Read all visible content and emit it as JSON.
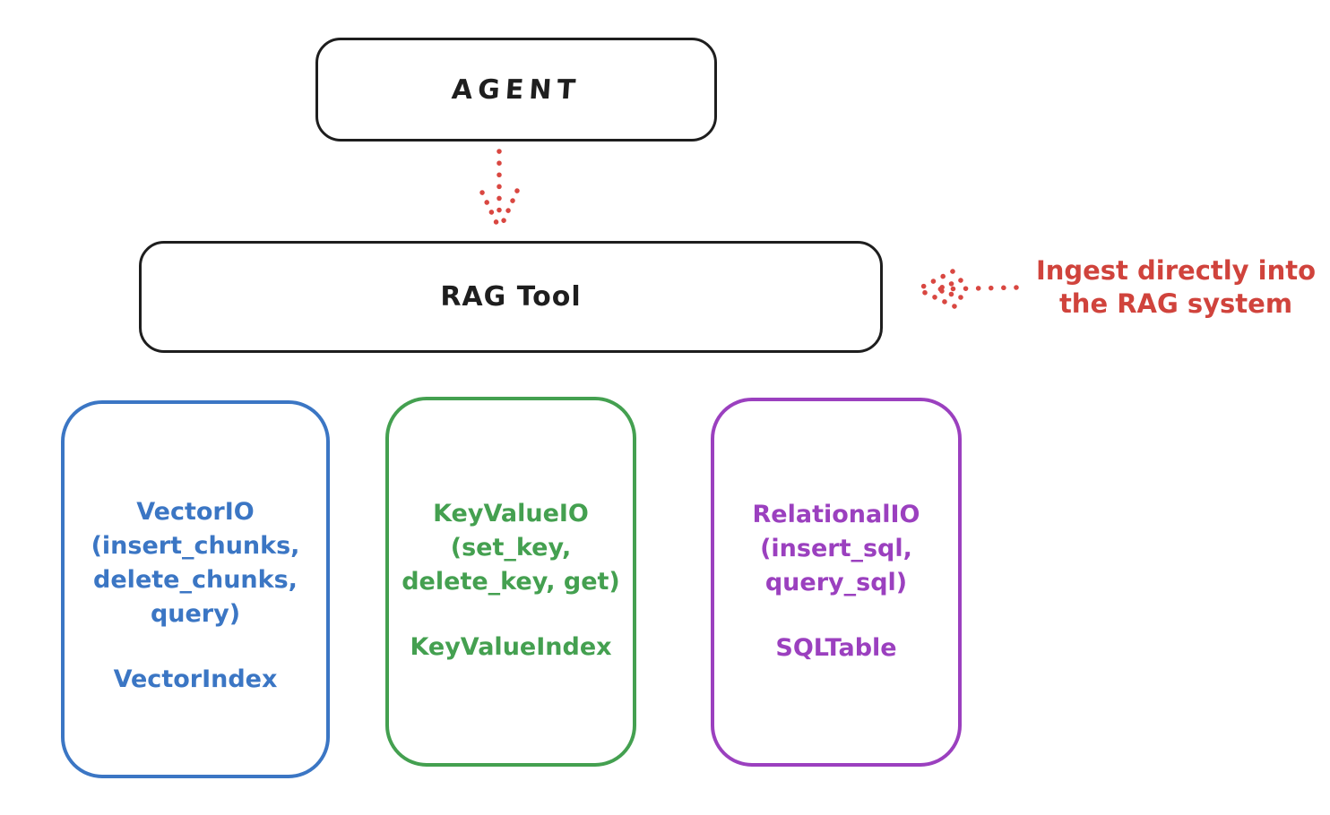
{
  "diagram": {
    "agent_box": {
      "label": "AGENT"
    },
    "rag_tool_box": {
      "label": "RAG Tool"
    },
    "annotation": {
      "text": "Ingest directly into\nthe RAG system"
    },
    "io_boxes": [
      {
        "id": "vectorio",
        "body": "VectorIO\n(insert_chunks,\ndelete_chunks,\nquery)",
        "index_label": "VectorIndex",
        "color": "#3b76c4"
      },
      {
        "id": "keyvalueio",
        "body": "KeyValueIO\n(set_key,\ndelete_key, get)",
        "index_label": "KeyValueIndex",
        "color": "#44a050"
      },
      {
        "id": "relationalio",
        "body": "RelationalIO\n(insert_sql,\nquery_sql)",
        "index_label": "SQLTable",
        "color": "#9b40bf"
      }
    ],
    "colors": {
      "stroke": "#1e1e1e",
      "red": "#d94741",
      "blue": "#3b76c4",
      "green": "#44a050",
      "purple": "#9b40bf",
      "background": "#ffffff"
    }
  }
}
